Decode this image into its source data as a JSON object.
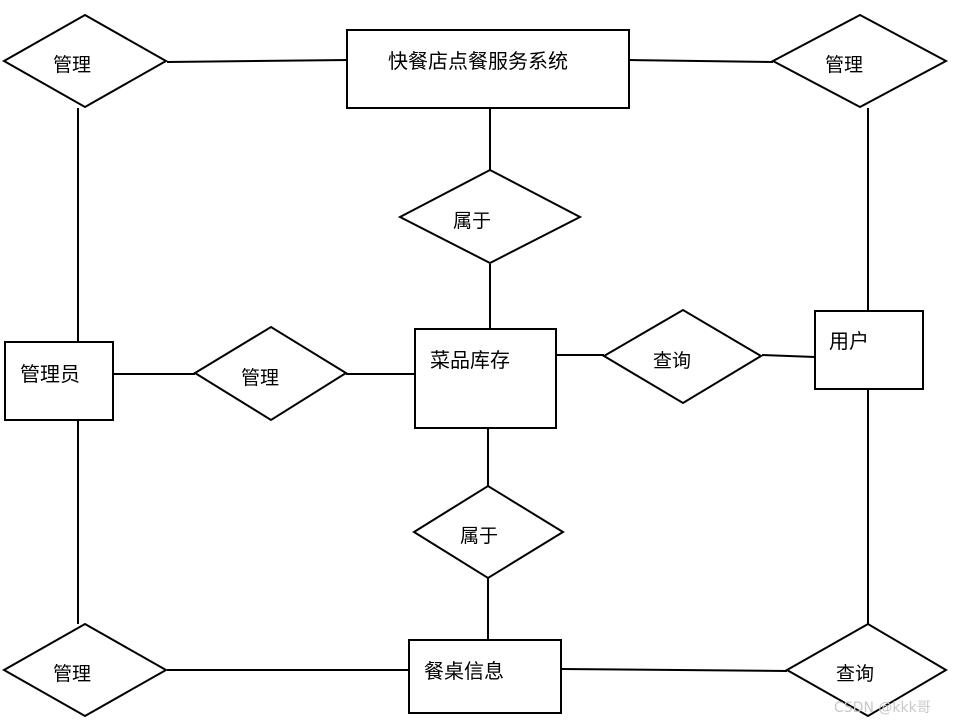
{
  "diagram": {
    "entities": {
      "system": "快餐店点餐服务系统",
      "dish_inventory": "菜品库存",
      "admin": "管理员",
      "user": "用户",
      "table_info": "餐桌信息"
    },
    "relations": {
      "manage_top_left": "管理",
      "manage_top_right": "管理",
      "belongs_top": "属于",
      "manage_middle": "管理",
      "query_middle": "查询",
      "belongs_bottom": "属于",
      "manage_bottom_left": "管理",
      "query_bottom_right": "查询"
    }
  },
  "watermark": "CSDN @kkk哥"
}
